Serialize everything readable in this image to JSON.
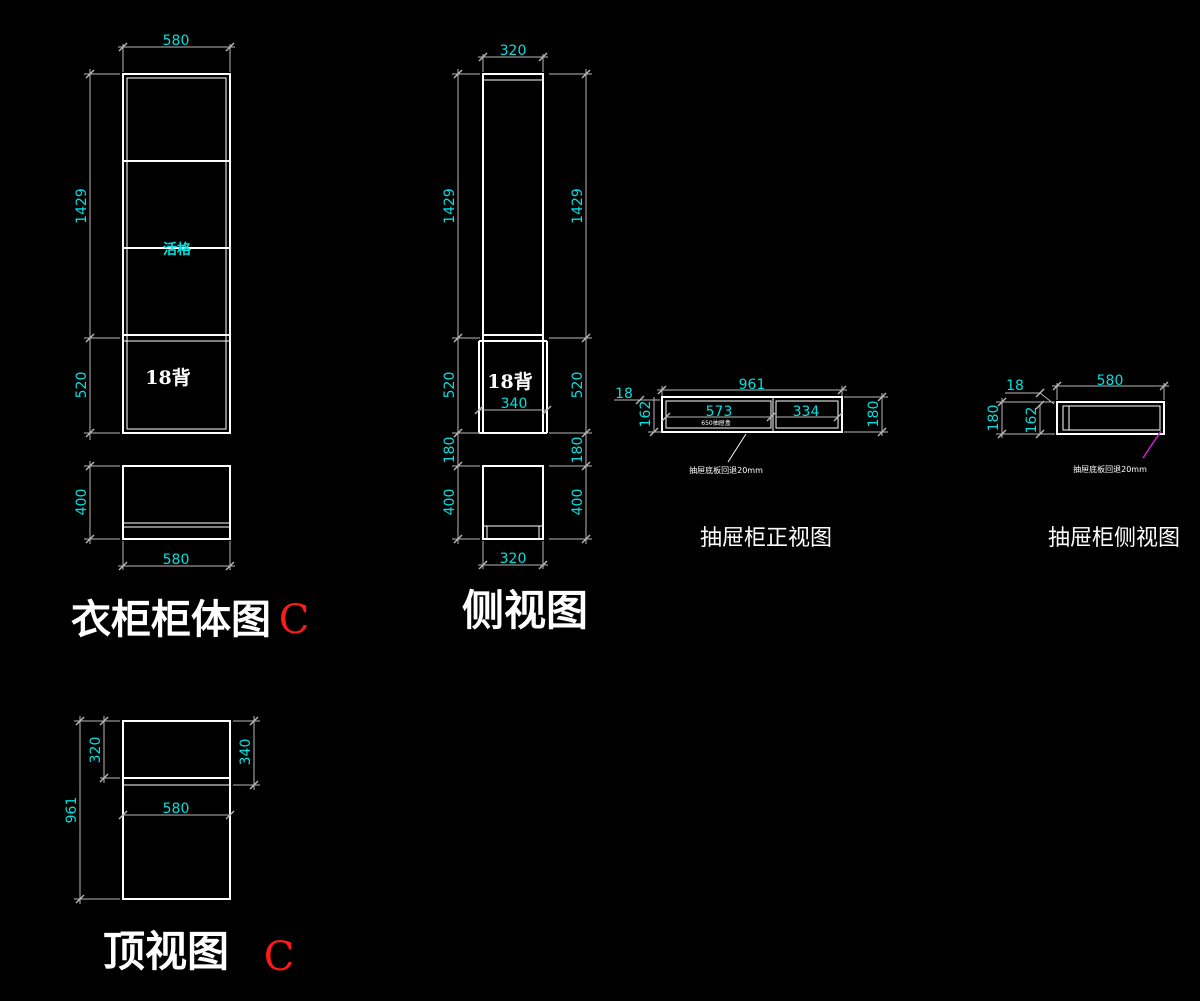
{
  "wardrobe": {
    "title": "衣柜柜体图",
    "mark": "C",
    "shelf_label": "活格",
    "back_label": "18背",
    "dims": {
      "width_top": "580",
      "width_bottom": "580",
      "h_upper": "1429",
      "h_middle": "520",
      "h_base": "400"
    }
  },
  "side": {
    "title": "侧视图",
    "back_label": "18背",
    "dims": {
      "width_top": "320",
      "width_bottom": "320",
      "inner_depth": "340",
      "h_upper_left": "1429",
      "h_upper_right": "1429",
      "h_mid_left": "520",
      "h_mid_right": "520",
      "h_gap_left": "180",
      "h_gap_right": "180",
      "h_base_left": "400",
      "h_base_right": "400"
    }
  },
  "drawer_front": {
    "title": "抽屉柜正视图",
    "note": "抽屉底板回退20mm",
    "inner_note": "650抽屉盒",
    "dims": {
      "total_width": "961",
      "left_width": "573",
      "right_width": "334",
      "panel": "18",
      "inner_height": "162",
      "height": "180"
    }
  },
  "drawer_side": {
    "title": "抽屉柜侧视图",
    "note": "抽屉底板回退20mm",
    "dims": {
      "width": "580",
      "panel": "18",
      "height": "180",
      "inner_height": "162"
    }
  },
  "top": {
    "title": "顶视图",
    "mark": "C",
    "dims": {
      "total": "961",
      "upper_left": "320",
      "upper_right": "340",
      "width": "580"
    }
  }
}
